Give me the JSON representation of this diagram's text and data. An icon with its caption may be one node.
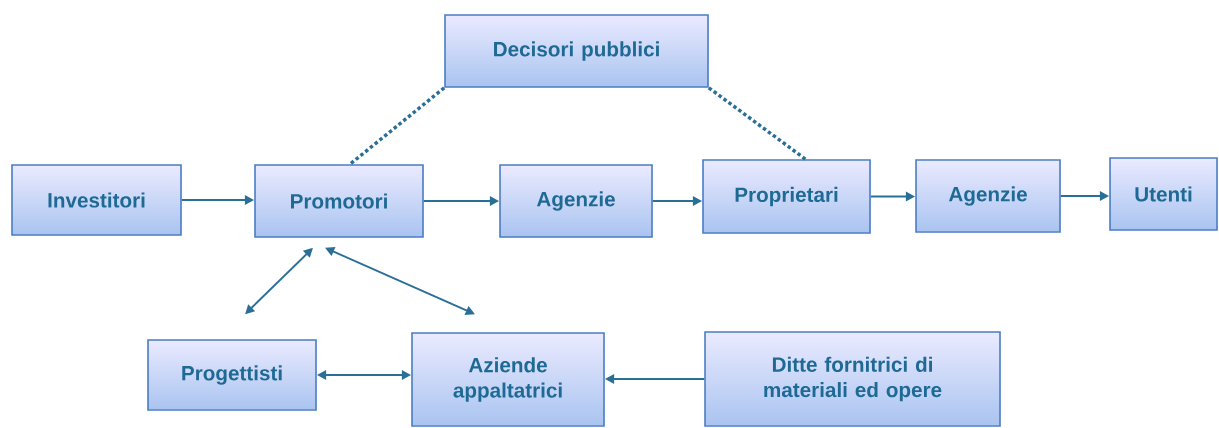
{
  "diagram": {
    "nodes": [
      {
        "text": [
          "Decisori pubblici"
        ]
      },
      {
        "text": [
          "Investitori"
        ]
      },
      {
        "text": [
          "Promotori"
        ]
      },
      {
        "text": [
          "Agenzie"
        ]
      },
      {
        "text": [
          "Proprietari"
        ]
      },
      {
        "text": [
          "Agenzie"
        ]
      },
      {
        "text": [
          "Utenti"
        ]
      },
      {
        "text": [
          "Progettisti"
        ]
      },
      {
        "text": [
          "Aziende appaltatrici"
        ]
      },
      {
        "text": [
          "Ditte fornitrici di materiali ed opere"
        ]
      }
    ],
    "edges": [
      {
        "from": 1,
        "to": 2,
        "arrow": "to"
      },
      {
        "from": 2,
        "to": 3,
        "arrow": "to"
      },
      {
        "from": 3,
        "to": 4,
        "arrow": "to"
      },
      {
        "from": 4,
        "to": 5,
        "arrow": "to"
      },
      {
        "from": 5,
        "to": 6,
        "arrow": "to"
      },
      {
        "from": 0,
        "to": 2,
        "arrow": "none",
        "style": "dashed"
      },
      {
        "from": 0,
        "to": 4,
        "arrow": "none",
        "style": "dashed"
      },
      {
        "from": 7,
        "to": 2,
        "arrow": "both"
      },
      {
        "from": 2,
        "to": 8,
        "arrow": "both"
      },
      {
        "from": 7,
        "to": 8,
        "arrow": "both"
      },
      {
        "from": 9,
        "to": 8,
        "arrow": "to"
      }
    ]
  }
}
